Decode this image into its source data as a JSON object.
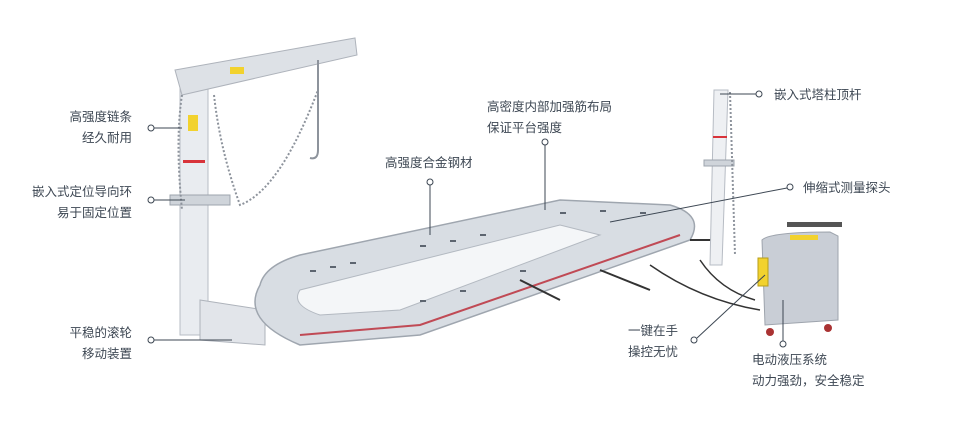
{
  "callouts": {
    "chain": {
      "line1": "高强度链条",
      "line2": "经久耐用"
    },
    "guide_ring": {
      "line1": "嵌入式定位导向环",
      "line2": "易于固定位置"
    },
    "rollers": {
      "line1": "平稳的滚轮",
      "line2": "移动装置"
    },
    "alloy_steel": {
      "line1": "高强度合金钢材"
    },
    "ribs": {
      "line1": "高密度内部加强筋布局",
      "line2": "保证平台强度"
    },
    "tower_top": {
      "line1": "嵌入式塔柱顶杆"
    },
    "probe": {
      "line1": "伸缩式测量探头"
    },
    "remote": {
      "line1": "一键在手",
      "line2": "操控无忧"
    },
    "hydraulic": {
      "line1": "电动液压系统",
      "line2": "动力强劲，安全稳定"
    }
  },
  "colors": {
    "text": "#3d4753",
    "frame": "#c9ced6",
    "accent_red": "#d8333a",
    "warning_yellow": "#f2d22e"
  }
}
